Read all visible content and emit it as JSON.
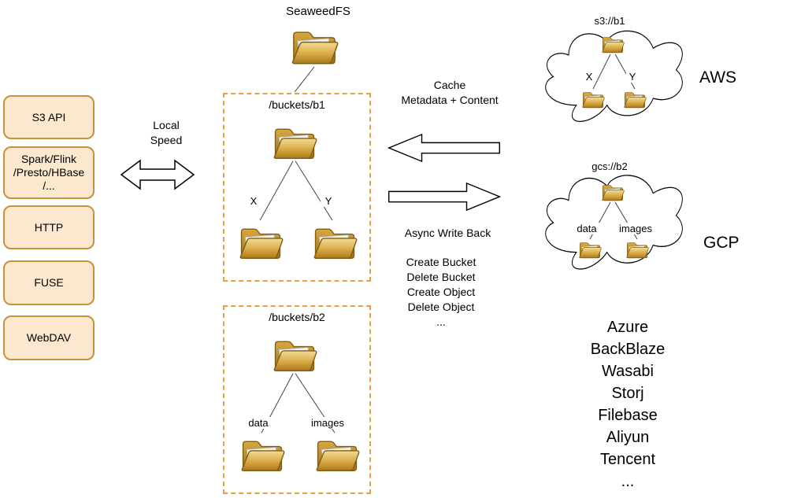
{
  "diagram_title": "SeaweedFS",
  "left_panel": {
    "items": [
      {
        "label": "S3 API"
      },
      {
        "label": "Spark/Flink\n/Presto/HBase\n/..."
      },
      {
        "label": "HTTP"
      },
      {
        "label": "FUSE"
      },
      {
        "label": "WebDAV"
      }
    ]
  },
  "local_link": {
    "label": "Local\nSpeed"
  },
  "buckets": {
    "b1": {
      "title": "/buckets/b1",
      "child_labels": [
        "X",
        "Y"
      ]
    },
    "b2": {
      "title": "/buckets/b2",
      "child_labels": [
        "data",
        "images"
      ]
    }
  },
  "sync": {
    "cache_label": "Cache\nMetadata + Content",
    "async_label": "Async Write Back",
    "operations": [
      "Create Bucket",
      "Delete Bucket",
      "Create Object",
      "Delete Object",
      "..."
    ]
  },
  "clouds": {
    "aws": {
      "bucket": "s3://b1",
      "child_labels": [
        "X",
        "Y"
      ],
      "provider": "AWS"
    },
    "gcp": {
      "bucket": "gcs://b2",
      "child_labels": [
        "data",
        "images"
      ],
      "provider": "GCP"
    }
  },
  "other_providers": [
    "Azure",
    "BackBlaze",
    "Wasabi",
    "Storj",
    "Filebase",
    "Aliyun",
    "Tencent",
    "..."
  ],
  "colors": {
    "api_box_fill": "#fce8cf",
    "api_box_border": "#c8913b",
    "dashed_box_border": "#ec9f40",
    "folder_gold": "#c8943a"
  }
}
